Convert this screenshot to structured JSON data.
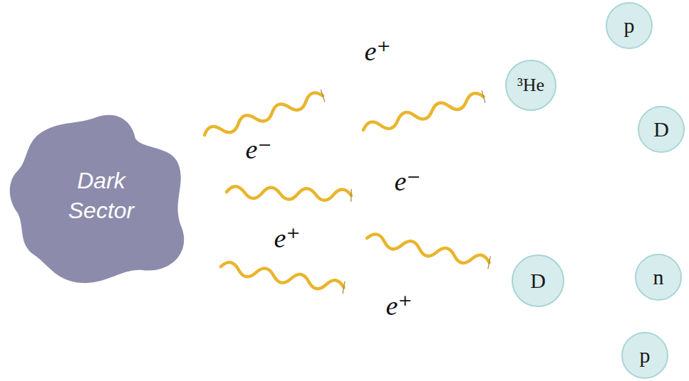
{
  "diagram": {
    "nodes": [
      {
        "text": [
          "Dark Sector"
        ]
      },
      {
        "text": [
          "³He"
        ]
      },
      {
        "text": [
          "D"
        ]
      },
      {
        "text": [
          "p"
        ]
      },
      {
        "text": [
          "D"
        ]
      },
      {
        "text": [
          "n"
        ]
      },
      {
        "text": [
          "p"
        ]
      }
    ],
    "labels": [
      "e⁺",
      "e⁻",
      "e⁻",
      "e⁺",
      "e⁺"
    ]
  }
}
